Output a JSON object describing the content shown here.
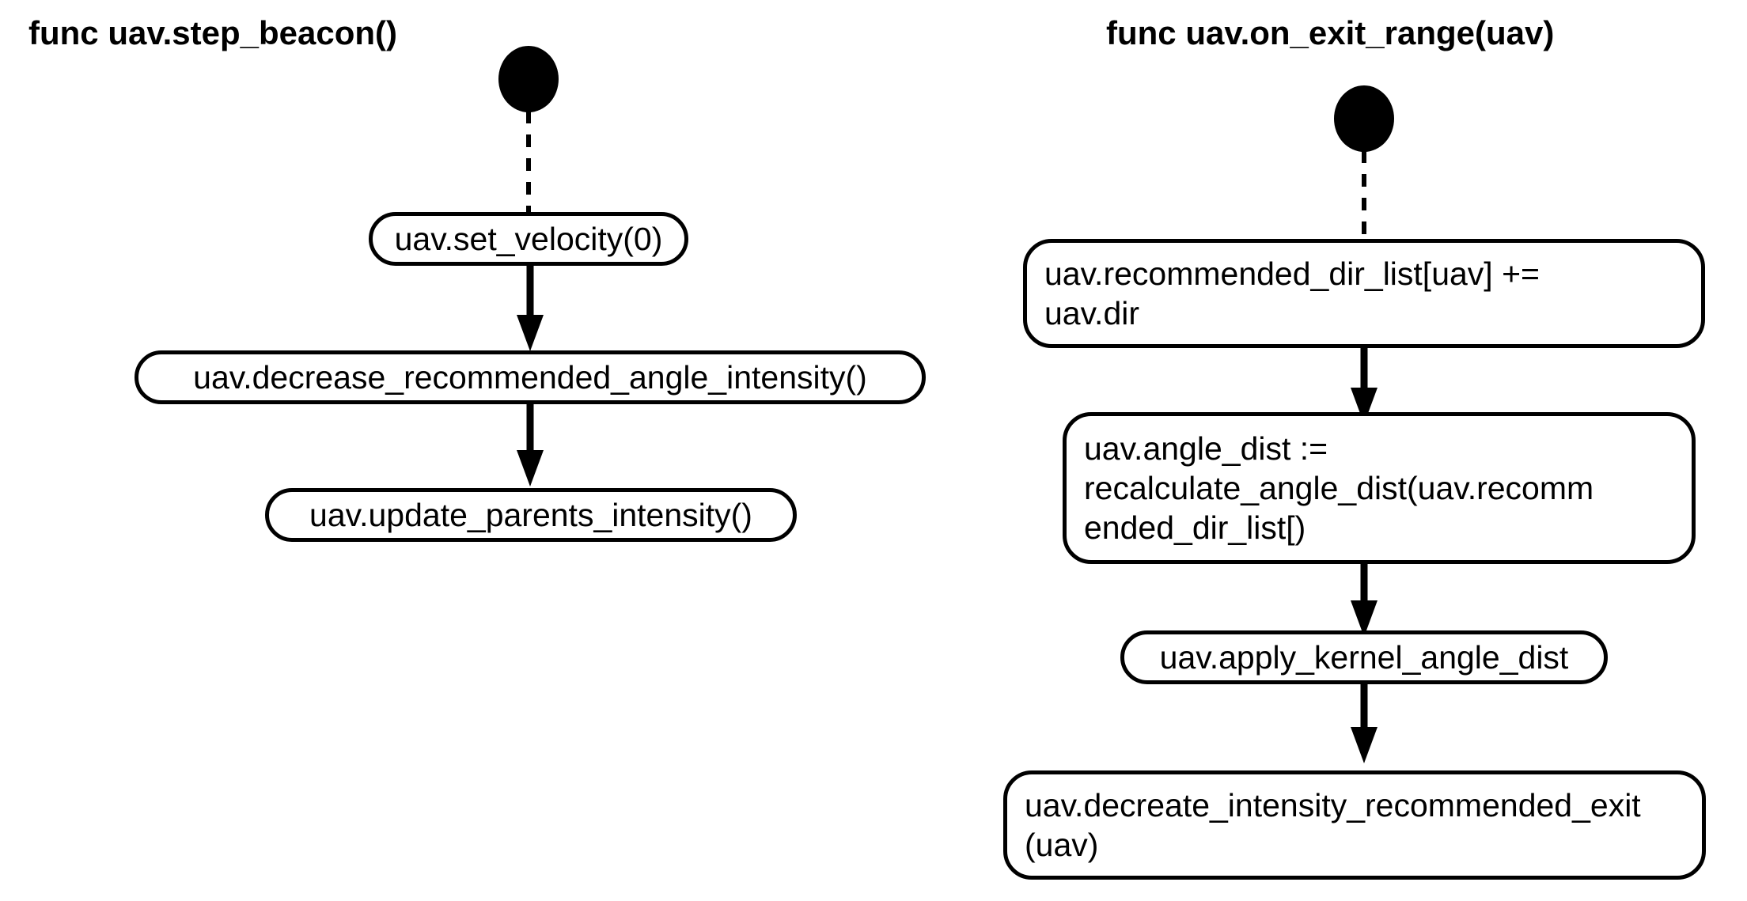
{
  "diagram": {
    "type": "uml-activity-diagram",
    "background_color": "#ffffff",
    "stroke_color": "#000000",
    "columns": [
      {
        "id": "step-beacon",
        "title": "func uav.step_beacon()",
        "start_node_name": "initial-node",
        "nodes": [
          {
            "id": "set-velocity",
            "label": "uav.set_velocity(0)",
            "align": "center"
          },
          {
            "id": "decrease-recommended-angle-intensity",
            "label": "uav.decrease_recommended_angle_intensity()",
            "align": "center"
          },
          {
            "id": "update-parents-intensity",
            "label": "uav.update_parents_intensity()",
            "align": "center"
          }
        ],
        "edges": [
          {
            "from": "initial-node",
            "to": "set-velocity",
            "style": "dashed",
            "arrow": false
          },
          {
            "from": "set-velocity",
            "to": "decrease-recommended-angle-intensity",
            "style": "solid",
            "arrow": true
          },
          {
            "from": "decrease-recommended-angle-intensity",
            "to": "update-parents-intensity",
            "style": "solid",
            "arrow": true
          }
        ]
      },
      {
        "id": "on-exit-range",
        "title": "func uav.on_exit_range(uav)",
        "start_node_name": "initial-node",
        "nodes": [
          {
            "id": "recommended-dir-list",
            "label": "uav.recommended_dir_list[uav] +=\nuav.dir",
            "align": "left"
          },
          {
            "id": "angle-dist",
            "label": "uav.angle_dist :=\nrecalculate_angle_dist(uav.recomm\nended_dir_list[)",
            "align": "left"
          },
          {
            "id": "apply-kernel-angle-dist",
            "label": "uav.apply_kernel_angle_dist",
            "align": "center"
          },
          {
            "id": "decreate-intensity-recommended-exit",
            "label": "uav.decreate_intensity_recommended_exit\n(uav)",
            "align": "left"
          }
        ],
        "edges": [
          {
            "from": "initial-node",
            "to": "recommended-dir-list",
            "style": "dashed",
            "arrow": false
          },
          {
            "from": "recommended-dir-list",
            "to": "angle-dist",
            "style": "solid",
            "arrow": true
          },
          {
            "from": "angle-dist",
            "to": "apply-kernel-angle-dist",
            "style": "solid",
            "arrow": true
          },
          {
            "from": "apply-kernel-angle-dist",
            "to": "decreate-intensity-recommended-exit",
            "style": "solid",
            "arrow": true
          }
        ]
      }
    ]
  }
}
